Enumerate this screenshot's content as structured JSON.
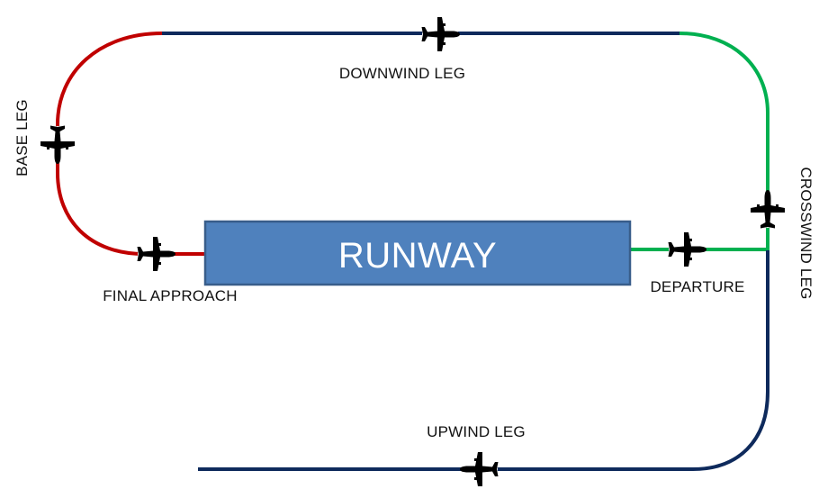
{
  "runway": {
    "label": "RUNWAY",
    "fill": "#4F81BD",
    "stroke": "#385D8A"
  },
  "colors": {
    "downwind": "#0E2A5C",
    "upwind": "#0E2A5C",
    "base": "#C00000",
    "final": "#C00000",
    "crosswind": "#00B050",
    "departure": "#00B050",
    "aircraft": "#000000"
  },
  "labels": {
    "downwind": "DOWNWIND LEG",
    "base": "BASE LEG",
    "final": "FINAL APPROACH",
    "departure": "DEPARTURE",
    "crosswind": "CROSSWIND LEG",
    "upwind": "UPWIND LEG"
  },
  "aircraft_icon": "airplane-icon"
}
